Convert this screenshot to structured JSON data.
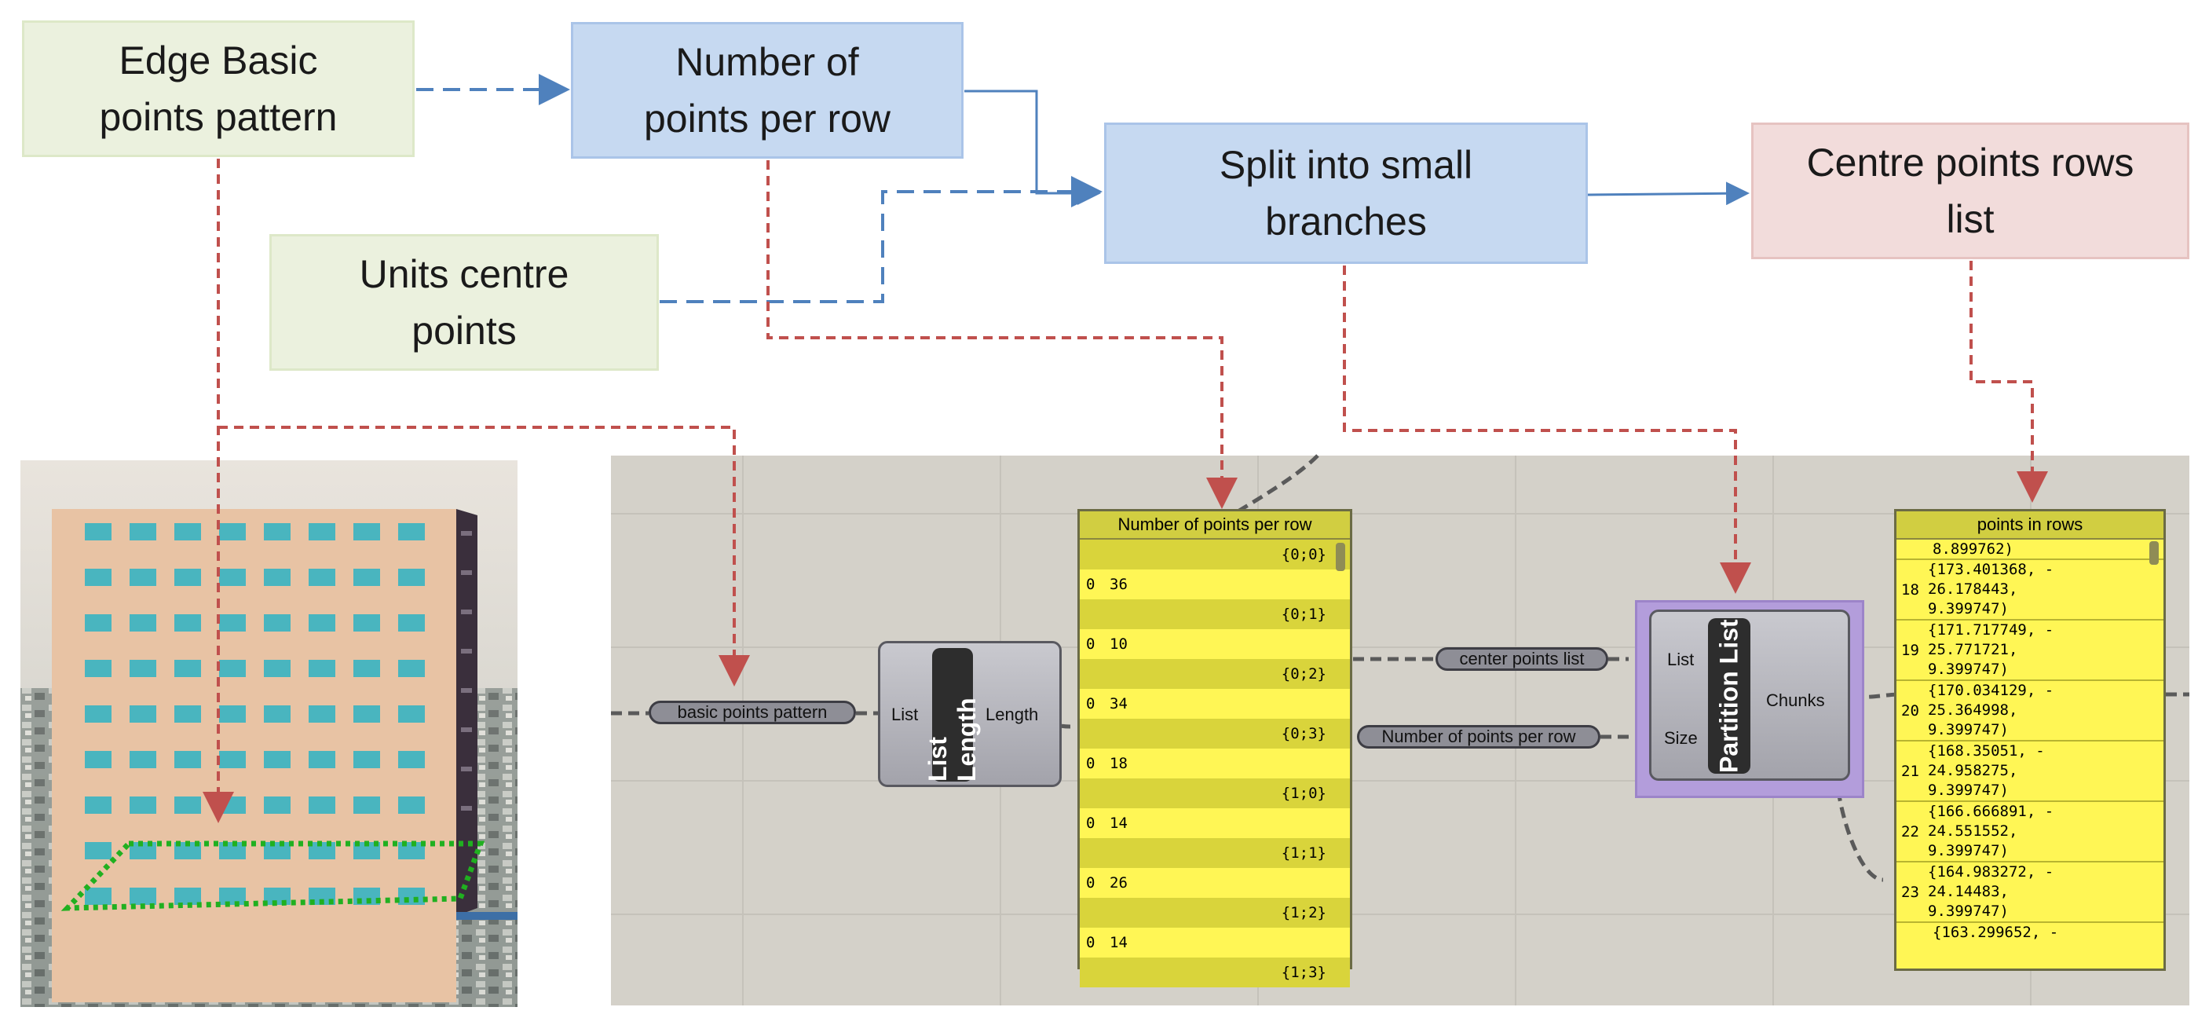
{
  "diagram": {
    "boxes": {
      "edge_basic": "Edge Basic\npoints pattern",
      "num_points": "Number of\npoints per row",
      "split": "Split into small\nbranches",
      "centre_rows": "Centre points rows\nlist",
      "units_centre": "Units centre\npoints"
    },
    "colors": {
      "green_box": "#ebf1de",
      "blue_box": "#c6d9f1",
      "pink_box": "#f2dcdb",
      "blue_arrow": "#4f81bd",
      "red_arrow": "#c0504d"
    }
  },
  "grasshopper": {
    "params": {
      "basic_points": "basic points pattern",
      "center_points": "center points list",
      "num_points_row": "Number of points per row"
    },
    "list_length": {
      "title": "List Length",
      "input": "List",
      "output": "Length"
    },
    "partition_list": {
      "title": "Partition List",
      "input_list": "List",
      "input_size": "Size",
      "output": "Chunks"
    },
    "panel_count": {
      "title": "Number of points per row",
      "rows": [
        {
          "path": "{0;0}",
          "index": "0",
          "value": "36"
        },
        {
          "path": "{0;1}",
          "index": "0",
          "value": "10"
        },
        {
          "path": "{0;2}",
          "index": "0",
          "value": "34"
        },
        {
          "path": "{0;3}",
          "index": "0",
          "value": "18"
        },
        {
          "path": "{1;0}",
          "index": "0",
          "value": "14"
        },
        {
          "path": "{1;1}",
          "index": "0",
          "value": "26"
        },
        {
          "path": "{1;2}",
          "index": "0",
          "value": "14"
        }
      ],
      "cutoff": "{1;3}"
    },
    "panel_points": {
      "title": "points in rows",
      "top_line": "8.899762)",
      "rows": [
        {
          "index": "18",
          "lines": [
            "{173.401368, -",
            "26.178443,",
            "9.399747)"
          ]
        },
        {
          "index": "19",
          "lines": [
            "{171.717749, -",
            "25.771721,",
            "9.399747)"
          ]
        },
        {
          "index": "20",
          "lines": [
            "{170.034129, -",
            "25.364998,",
            "9.399747)"
          ]
        },
        {
          "index": "21",
          "lines": [
            "{168.35051, -",
            "24.958275,",
            "9.399747)"
          ]
        },
        {
          "index": "22",
          "lines": [
            "{166.666891, -",
            "24.551552,",
            "9.399747)"
          ]
        },
        {
          "index": "23",
          "lines": [
            "{164.983272, -",
            "24.14483,",
            "9.399747)"
          ]
        }
      ],
      "bottom_line": "{163.299652, -"
    }
  }
}
